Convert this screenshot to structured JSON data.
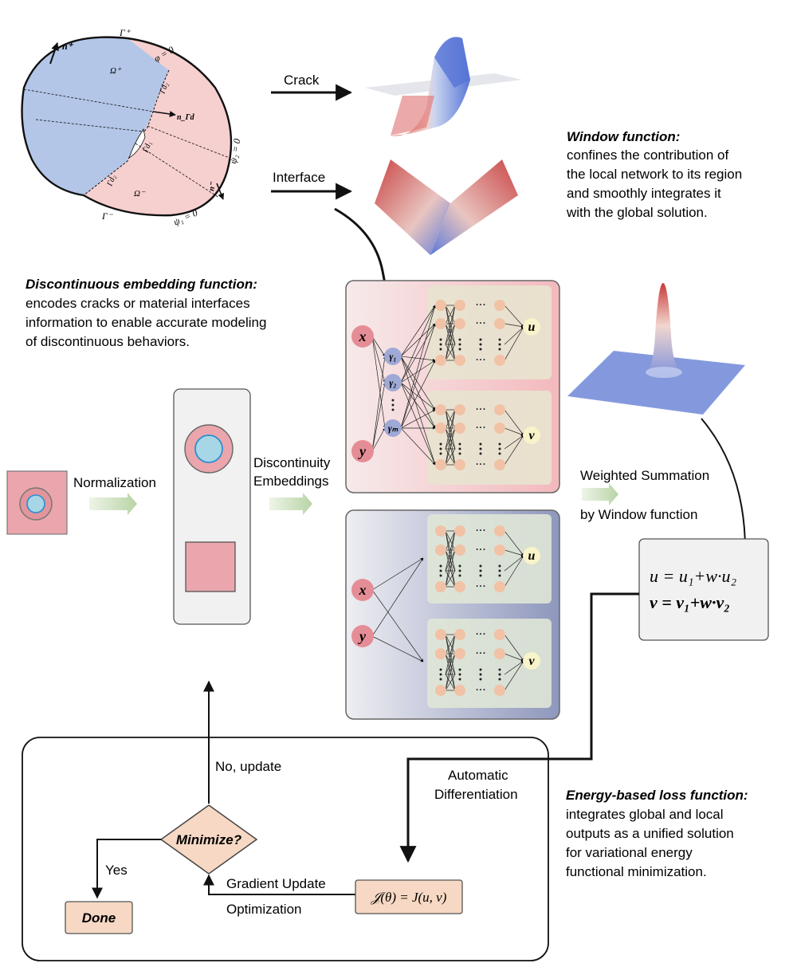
{
  "domain_figure": {
    "symbols": {
      "n_plus": "n⁺",
      "gamma_plus": "Γ⁺",
      "gamma_minus": "Γ⁻",
      "omega_plus": "Ω⁺",
      "omega_minus": "Ω⁻",
      "phi_zero": "φ = 0",
      "psi2_zero": "ψ₂ = 0",
      "psi1_zero": "ψ₁ = 0",
      "n_gamma_d": "n_Γd",
      "n_minus": "n⁻",
      "gamma_d2_top": "Γd₂",
      "gamma_d1": "Γd₁",
      "gamma_d2_bottom": "Γd₂"
    },
    "colors": {
      "plus_region": "#b3c6e7",
      "minus_region": "#f6cfcf"
    }
  },
  "labels": {
    "crack": "Crack",
    "interface": "Interface",
    "normalization": "Normalization",
    "disc_emb_1": "Discontinuity",
    "disc_emb_2": "Embeddings",
    "weighted_1": "Weighted  Summation",
    "weighted_2": "by Window function",
    "no_update": "No, update",
    "auto_diff_1": "Automatic",
    "auto_diff_2": "Differentiation",
    "yes": "Yes",
    "gradient_update": "Gradient Update",
    "optimization": "Optimization",
    "minimize": "Minimize?",
    "done": "Done"
  },
  "descriptions": {
    "window": {
      "title": "Window function:",
      "lines": [
        "confines the contribution of",
        "the local network to its region",
        "and smoothly integrates it",
        "with the global solution."
      ]
    },
    "embedding": {
      "title": "Discontinuous embedding function:",
      "lines": [
        "encodes cracks or material interfaces",
        "information to enable accurate modeling",
        "of discontinuous behaviors."
      ]
    },
    "loss": {
      "title": "Energy-based loss function:",
      "lines": [
        "integrates global and local",
        "outputs as a unified solution",
        "for variational energy",
        "functional minimization."
      ]
    }
  },
  "network": {
    "input_x": "x",
    "input_y": "y",
    "gammas": [
      "γ₁",
      "γ₂",
      "⋮",
      "γₘ"
    ],
    "output_u": "u",
    "output_v": "v",
    "ellipsis": "···"
  },
  "formulas": {
    "u": "u = u₁+w·u₂",
    "v": "v = v₁+w·v₂",
    "loss": "𝒥(θ) = J(u, v)"
  },
  "colors": {
    "node_input": "#e58d96",
    "node_gamma": "#9fa9d6",
    "node_hidden": "#f1c2a6",
    "node_output": "#f8f3c9",
    "flow_box": "#f6d8c4",
    "arrow_green": "#c7ddb7"
  }
}
